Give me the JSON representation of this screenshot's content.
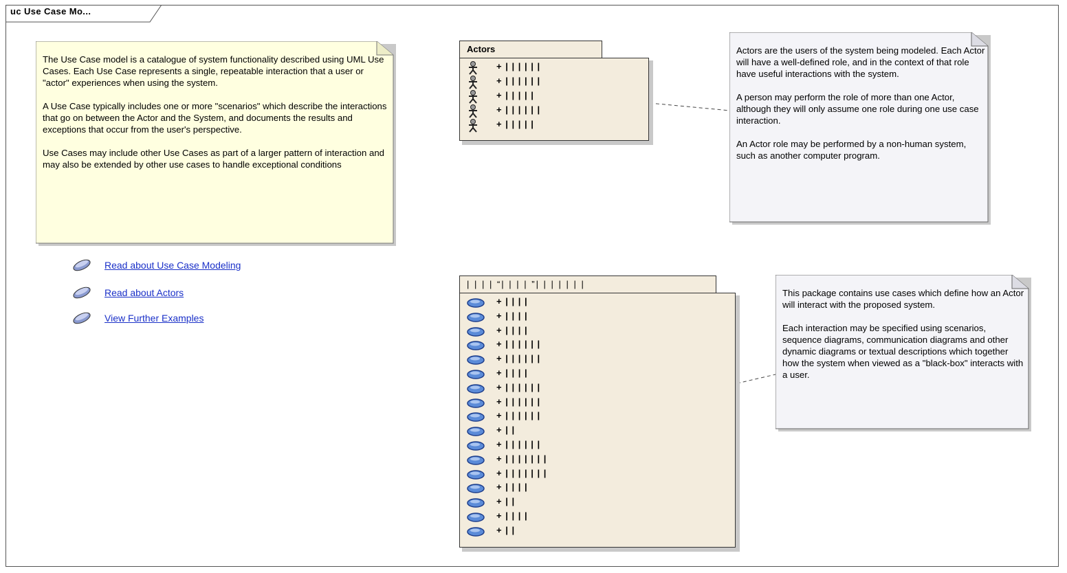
{
  "frame": {
    "title": "uc Use Case Mo..."
  },
  "intro_note": {
    "paragraphs": [
      "The Use Case model is a catalogue of system functionality described using UML Use Cases. Each Use Case represents a single, repeatable interaction that a user or \"actor\" experiences when using the system.",
      "A Use Case typically includes one or more \"scenarios\" which describe the interactions that go on between the Actor and the System, and documents the results and exceptions that occur from the user's perspective.",
      "Use Cases may include other Use Cases as part of a larger pattern of interaction and may also be extended by other use cases to handle exceptional conditions"
    ]
  },
  "links": [
    {
      "label": "Read about Use Case Modeling",
      "icon": "hyperlink-icon"
    },
    {
      "label": "Read about Actors",
      "icon": "hyperlink-icon"
    },
    {
      "label": "View Further Examples",
      "icon": "hyperlink-icon"
    }
  ],
  "actors_package": {
    "title": "Actors",
    "members": [
      "+ | | | | | |",
      "+ | | | | | |",
      "+ | | | | |",
      "+ | | | | | |",
      "+ | | | | |"
    ],
    "member_icon": "actor-icon"
  },
  "actors_note": {
    "paragraphs": [
      "Actors are the users of the system being modeled. Each Actor will have a well-defined role, and in the context of that role have useful interactions with the system.",
      "A person may perform the role of more than one Actor, although they will only assume one role during one use case interaction.",
      "An Actor role may be performed by a non-human system, such as another computer program."
    ]
  },
  "usecases_package": {
    "title": "| | | | “| | | | ”| | | | | | |",
    "members": [
      "+ | | | |",
      "+ | | | |",
      "+ | | | |",
      "+ | | | | | |",
      "+ | | | | | |",
      "+ | | | |",
      "+ | | | | | |",
      "+ | | | | | |",
      "+ | | | | | |",
      "+ | |",
      "+ | | | | | |",
      "+ | | | | | | |",
      "+ | | | | | | |",
      "+ | | | |",
      "+ | |",
      "+ | | | |",
      "+ | |"
    ],
    "member_icon": "use-case-ellipse-icon"
  },
  "usecases_note": {
    "paragraphs": [
      "This package contains use cases which define how an Actor will interact with the proposed system.",
      "Each interaction may be specified using scenarios, sequence diagrams, communication diagrams and other dynamic diagrams or textual descriptions which together how the system when viewed as a \"black-box\" interacts with a user."
    ]
  },
  "colors": {
    "note_yellow": "#ffffe0",
    "note_grey": "#f4f4f8",
    "package_fill": "#f3ecdd",
    "link_blue": "#1a30c8",
    "use_case_blue": "#5b8bd8"
  }
}
